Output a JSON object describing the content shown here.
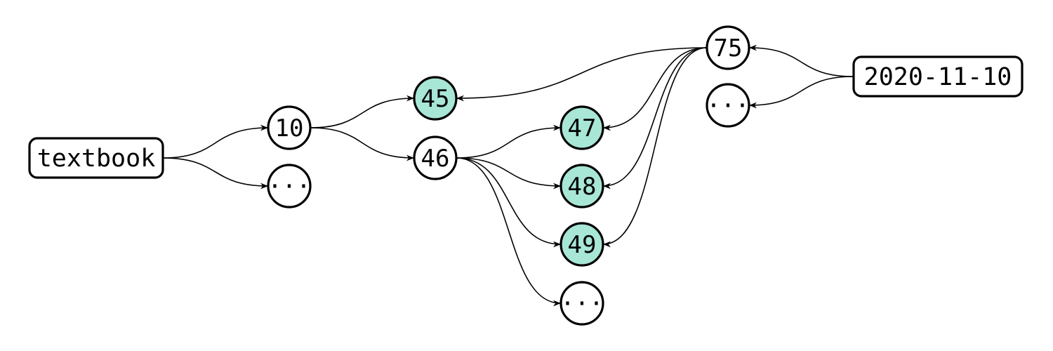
{
  "colors": {
    "highlight": "#a8e6d6",
    "plain": "#ffffff",
    "stroke": "#000000"
  },
  "nodes": {
    "textbook": {
      "label": "textbook",
      "shape": "rect",
      "highlighted": false
    },
    "n10": {
      "label": "10",
      "shape": "circle",
      "highlighted": false
    },
    "more_textbook": {
      "label": "···",
      "shape": "circle",
      "highlighted": false
    },
    "n45": {
      "label": "45",
      "shape": "circle",
      "highlighted": true
    },
    "n46": {
      "label": "46",
      "shape": "circle",
      "highlighted": false
    },
    "n47": {
      "label": "47",
      "shape": "circle",
      "highlighted": true
    },
    "n48": {
      "label": "48",
      "shape": "circle",
      "highlighted": true
    },
    "n49": {
      "label": "49",
      "shape": "circle",
      "highlighted": true
    },
    "more_46": {
      "label": "···",
      "shape": "circle",
      "highlighted": false
    },
    "n75": {
      "label": "75",
      "shape": "circle",
      "highlighted": false
    },
    "more_date": {
      "label": "···",
      "shape": "circle",
      "highlighted": false
    },
    "date": {
      "label": "2020-11-10",
      "shape": "rect",
      "highlighted": false
    }
  },
  "edges": [
    {
      "from": "textbook",
      "to": "n10"
    },
    {
      "from": "textbook",
      "to": "more_textbook"
    },
    {
      "from": "n10",
      "to": "n45"
    },
    {
      "from": "n10",
      "to": "n46"
    },
    {
      "from": "n46",
      "to": "n47"
    },
    {
      "from": "n46",
      "to": "n48"
    },
    {
      "from": "n46",
      "to": "n49"
    },
    {
      "from": "n46",
      "to": "more_46"
    },
    {
      "from": "n75",
      "to": "n45"
    },
    {
      "from": "n75",
      "to": "n47"
    },
    {
      "from": "n75",
      "to": "n48"
    },
    {
      "from": "n75",
      "to": "n49"
    },
    {
      "from": "date",
      "to": "n75"
    },
    {
      "from": "date",
      "to": "more_date"
    }
  ]
}
